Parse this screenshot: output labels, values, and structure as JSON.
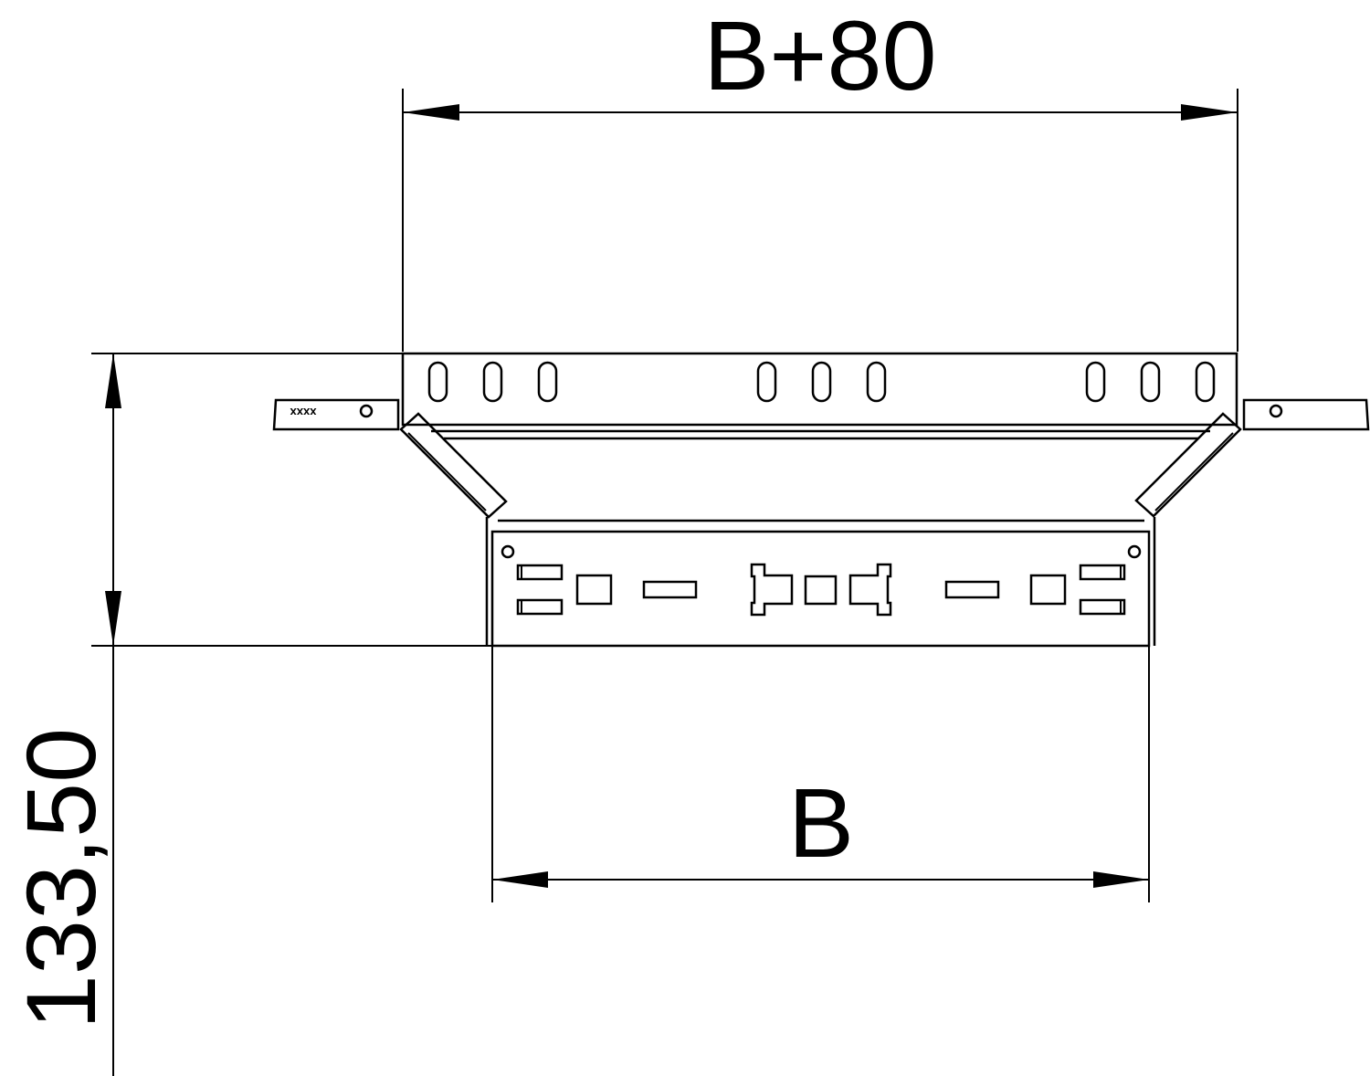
{
  "dimensions": {
    "top_width": "B+80",
    "bottom_width": "B",
    "height": "133,50"
  },
  "marking": "xxxx",
  "colors": {
    "line": "#000000",
    "background": "#ffffff"
  }
}
